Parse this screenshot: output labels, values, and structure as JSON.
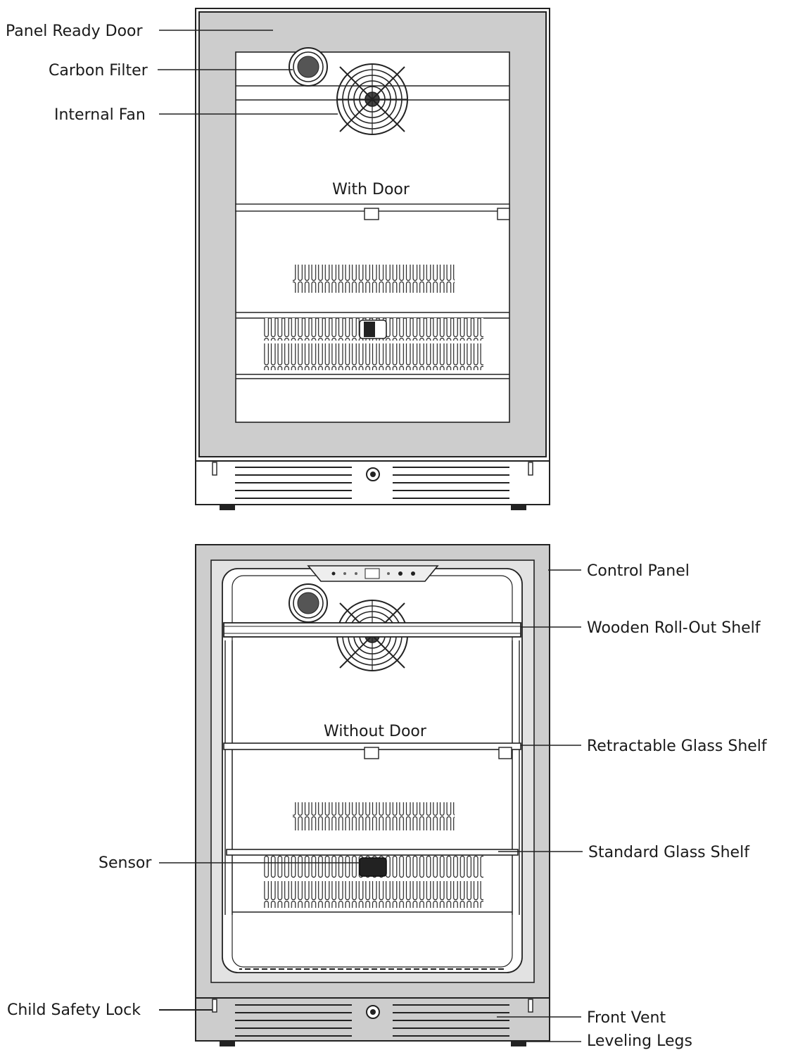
{
  "captions": {
    "top": "With Door",
    "bottom": "Without Door"
  },
  "labels": {
    "panel_ready_door": "Panel Ready Door",
    "carbon_filter": "Carbon Filter",
    "internal_fan": "Internal Fan",
    "control_panel": "Control Panel",
    "wooden_roll_out_shelf": "Wooden Roll-Out Shelf",
    "retractable_glass_shelf": "Retractable Glass Shelf",
    "standard_glass_shelf": "Standard Glass Shelf",
    "sensor": "Sensor",
    "child_safety_lock": "Child Safety Lock",
    "front_vent": "Front Vent",
    "leveling_legs": "Leveling Legs"
  },
  "colors": {
    "panel": "#cdcdcd",
    "line": "#222222"
  }
}
